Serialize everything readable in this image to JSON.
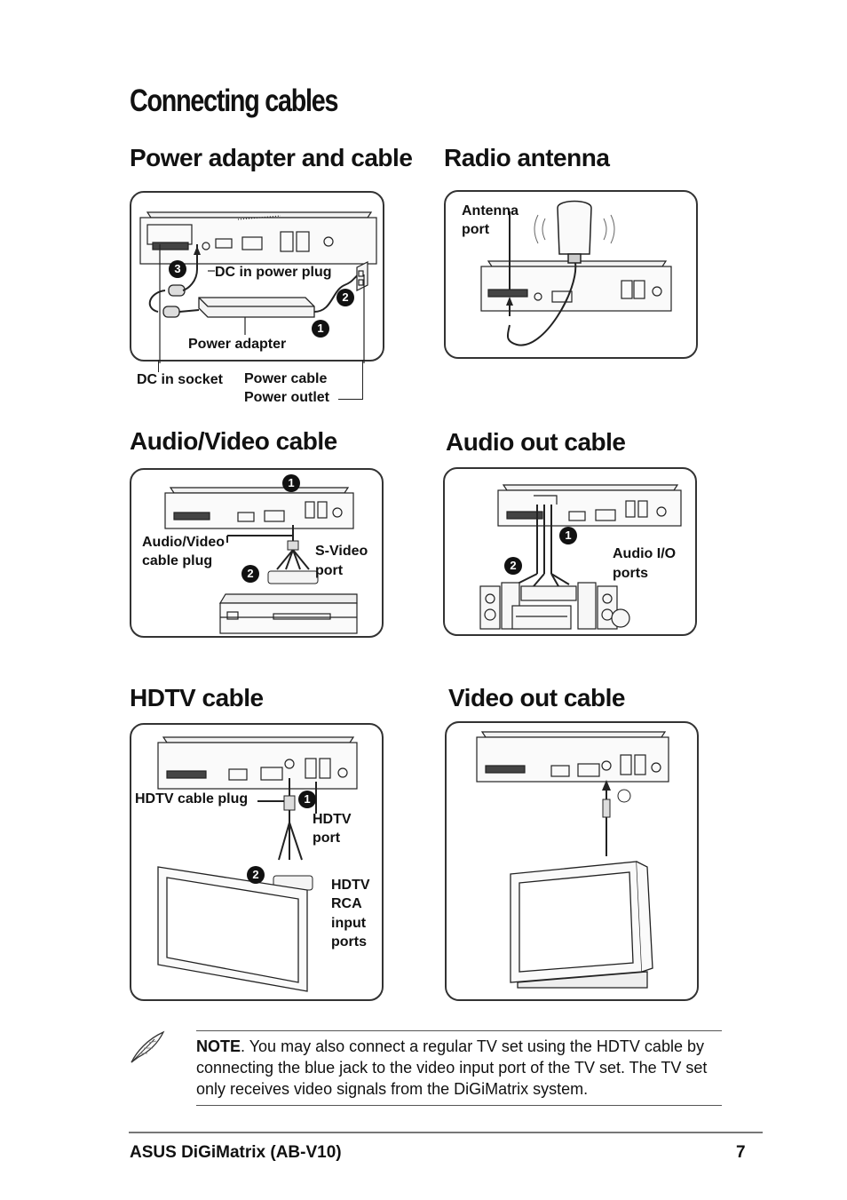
{
  "page": {
    "title": "Connecting cables",
    "footer_left": "ASUS DiGiMatrix (AB-V10)",
    "footer_page": "7"
  },
  "sections": {
    "power": {
      "title": "Power adapter and cable",
      "label_dc_plug": "DC in power plug",
      "label_adapter": "Power adapter",
      "label_dc_socket": "DC in socket",
      "label_power_cable": "Power cable",
      "label_power_outlet": "Power outlet",
      "badge_1": "1",
      "badge_2": "2",
      "badge_3": "3"
    },
    "radio": {
      "title": "Radio antenna",
      "label_antenna_line1": "Antenna",
      "label_antenna_line2": "port"
    },
    "av": {
      "title": "Audio/Video cable",
      "label_plug_line1": "Audio/Video",
      "label_plug_line2": "cable plug",
      "label_svideo_line1": "S-Video",
      "label_svideo_line2": "port",
      "badge_1": "1",
      "badge_2": "2"
    },
    "audio_out": {
      "title": "Audio out cable",
      "label_ports_line1": "Audio I/O",
      "label_ports_line2": "ports",
      "badge_1": "1",
      "badge_2": "2"
    },
    "hdtv": {
      "title": "HDTV cable",
      "label_plug": "HDTV cable plug",
      "label_port_line1": "HDTV",
      "label_port_line2": "port",
      "label_rca_line1": "HDTV",
      "label_rca_line2": "RCA",
      "label_rca_line3": "input",
      "label_rca_line4": "ports",
      "badge_1": "1",
      "badge_2": "2"
    },
    "video_out": {
      "title": "Video out cable"
    }
  },
  "note": {
    "heading": "NOTE",
    "body": ". You may also connect a regular TV set using the HDTV cable by connecting the blue jack to the video input port of the TV set. The TV set only receives video signals from the DiGiMatrix system."
  },
  "icons": {
    "note": "feather-pen-icon"
  }
}
